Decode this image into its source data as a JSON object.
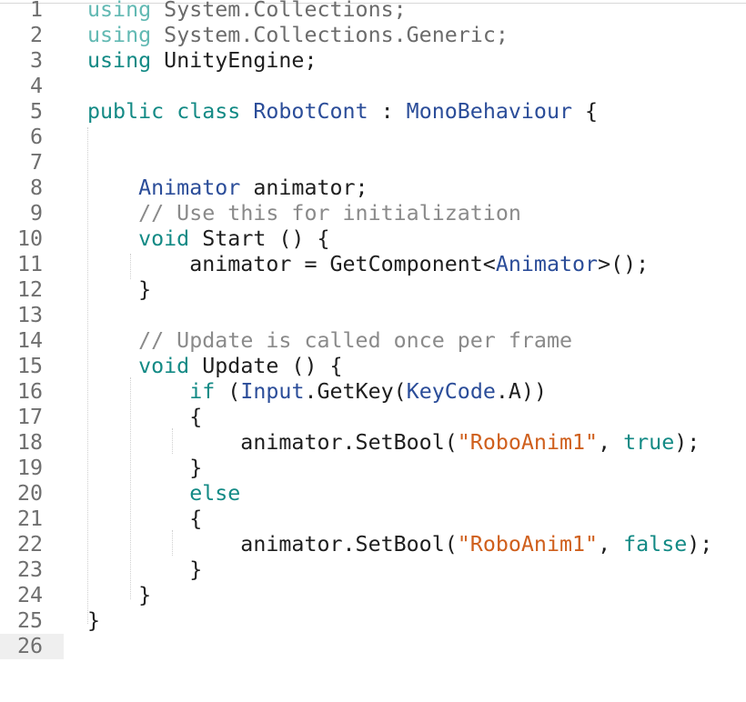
{
  "editor": {
    "current_line": 26,
    "lines": [
      {
        "n": "1",
        "tokens": [
          [
            "using",
            "kw-dim"
          ],
          [
            " System.Collections;",
            "dim"
          ]
        ]
      },
      {
        "n": "2",
        "tokens": [
          [
            "using",
            "kw-dim"
          ],
          [
            " System.Collections.Generic;",
            "dim"
          ]
        ]
      },
      {
        "n": "3",
        "tokens": [
          [
            "using",
            "kw"
          ],
          [
            " UnityEngine;",
            ""
          ]
        ]
      },
      {
        "n": "4",
        "tokens": []
      },
      {
        "n": "5",
        "tokens": [
          [
            "public",
            "kw"
          ],
          [
            " ",
            ""
          ],
          [
            "class",
            "kw"
          ],
          [
            " ",
            ""
          ],
          [
            "RobotCont",
            "type"
          ],
          [
            " : ",
            ""
          ],
          [
            "MonoBehaviour",
            "type"
          ],
          [
            " {",
            ""
          ]
        ]
      },
      {
        "n": "6",
        "tokens": []
      },
      {
        "n": "7",
        "tokens": []
      },
      {
        "n": "8",
        "tokens": [
          [
            "    ",
            ""
          ],
          [
            "Animator",
            "type"
          ],
          [
            " animator;",
            ""
          ]
        ]
      },
      {
        "n": "9",
        "tokens": [
          [
            "    ",
            ""
          ],
          [
            "// Use this for initialization",
            "cmt"
          ]
        ]
      },
      {
        "n": "10",
        "tokens": [
          [
            "    ",
            ""
          ],
          [
            "void",
            "kw"
          ],
          [
            " Start () {",
            ""
          ]
        ]
      },
      {
        "n": "11",
        "tokens": [
          [
            "        animator = GetComponent<",
            ""
          ],
          [
            "Animator",
            "type"
          ],
          [
            ">();",
            ""
          ]
        ]
      },
      {
        "n": "12",
        "tokens": [
          [
            "    }",
            ""
          ]
        ]
      },
      {
        "n": "13",
        "tokens": []
      },
      {
        "n": "14",
        "tokens": [
          [
            "    ",
            ""
          ],
          [
            "// Update is called once per frame",
            "cmt"
          ]
        ]
      },
      {
        "n": "15",
        "tokens": [
          [
            "    ",
            ""
          ],
          [
            "void",
            "kw"
          ],
          [
            " Update () {",
            ""
          ]
        ]
      },
      {
        "n": "16",
        "tokens": [
          [
            "        ",
            ""
          ],
          [
            "if",
            "kw"
          ],
          [
            " (",
            ""
          ],
          [
            "Input",
            "type"
          ],
          [
            ".GetKey(",
            ""
          ],
          [
            "KeyCode",
            "type"
          ],
          [
            ".A))",
            ""
          ]
        ]
      },
      {
        "n": "17",
        "tokens": [
          [
            "        {",
            ""
          ]
        ]
      },
      {
        "n": "18",
        "tokens": [
          [
            "            animator.SetBool(",
            ""
          ],
          [
            "\"RoboAnim1\"",
            "str"
          ],
          [
            ", ",
            ""
          ],
          [
            "true",
            "kw"
          ],
          [
            ");",
            ""
          ]
        ]
      },
      {
        "n": "19",
        "tokens": [
          [
            "        }",
            ""
          ]
        ]
      },
      {
        "n": "20",
        "tokens": [
          [
            "        ",
            ""
          ],
          [
            "else",
            "kw"
          ]
        ]
      },
      {
        "n": "21",
        "tokens": [
          [
            "        {",
            ""
          ]
        ]
      },
      {
        "n": "22",
        "tokens": [
          [
            "            animator.SetBool(",
            ""
          ],
          [
            "\"RoboAnim1\"",
            "str"
          ],
          [
            ", ",
            ""
          ],
          [
            "false",
            "kw"
          ],
          [
            ");",
            ""
          ]
        ]
      },
      {
        "n": "23",
        "tokens": [
          [
            "        }",
            ""
          ]
        ]
      },
      {
        "n": "24",
        "tokens": [
          [
            "    }",
            ""
          ]
        ]
      },
      {
        "n": "25",
        "tokens": [
          [
            "}",
            ""
          ]
        ]
      },
      {
        "n": "26",
        "tokens": []
      }
    ]
  }
}
